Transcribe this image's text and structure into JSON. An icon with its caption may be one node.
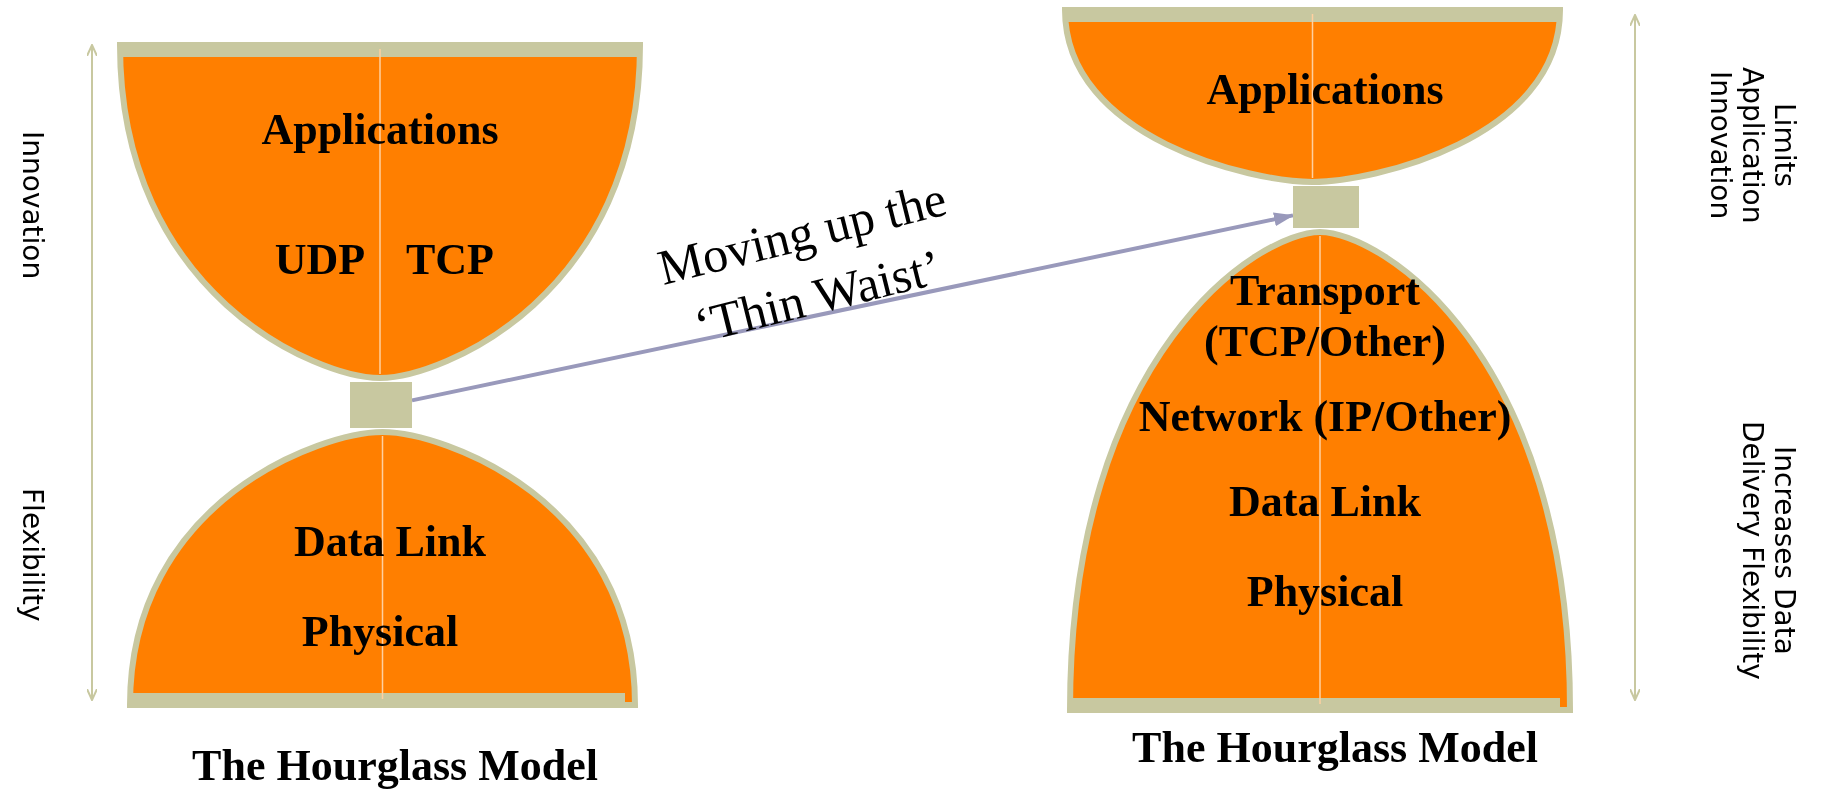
{
  "diagram": {
    "nodes": [
      {
        "text": [
          "Applications",
          "UDP",
          "TCP"
        ]
      },
      {
        "text": [],
        "shape": "box"
      },
      {
        "text": [
          "Data Link",
          "Physical"
        ]
      },
      {
        "text": [
          "Applications"
        ]
      },
      {
        "text": [],
        "shape": "box"
      },
      {
        "text": [
          "Transport (TCP/Other)",
          "Network (IP/Other)",
          "Data Link",
          "Physical"
        ]
      }
    ],
    "edges": [
      {
        "from": 1,
        "to": 4,
        "arrow": "to",
        "label": "Moving up the ‘Thin Waist’"
      }
    ],
    "labels": [
      "Innovation",
      "Flexibility",
      "Limits Application Innovation",
      "Increases Data Delivery Flexibility",
      "The Hourglass Model",
      "The Hourglass Model"
    ]
  }
}
